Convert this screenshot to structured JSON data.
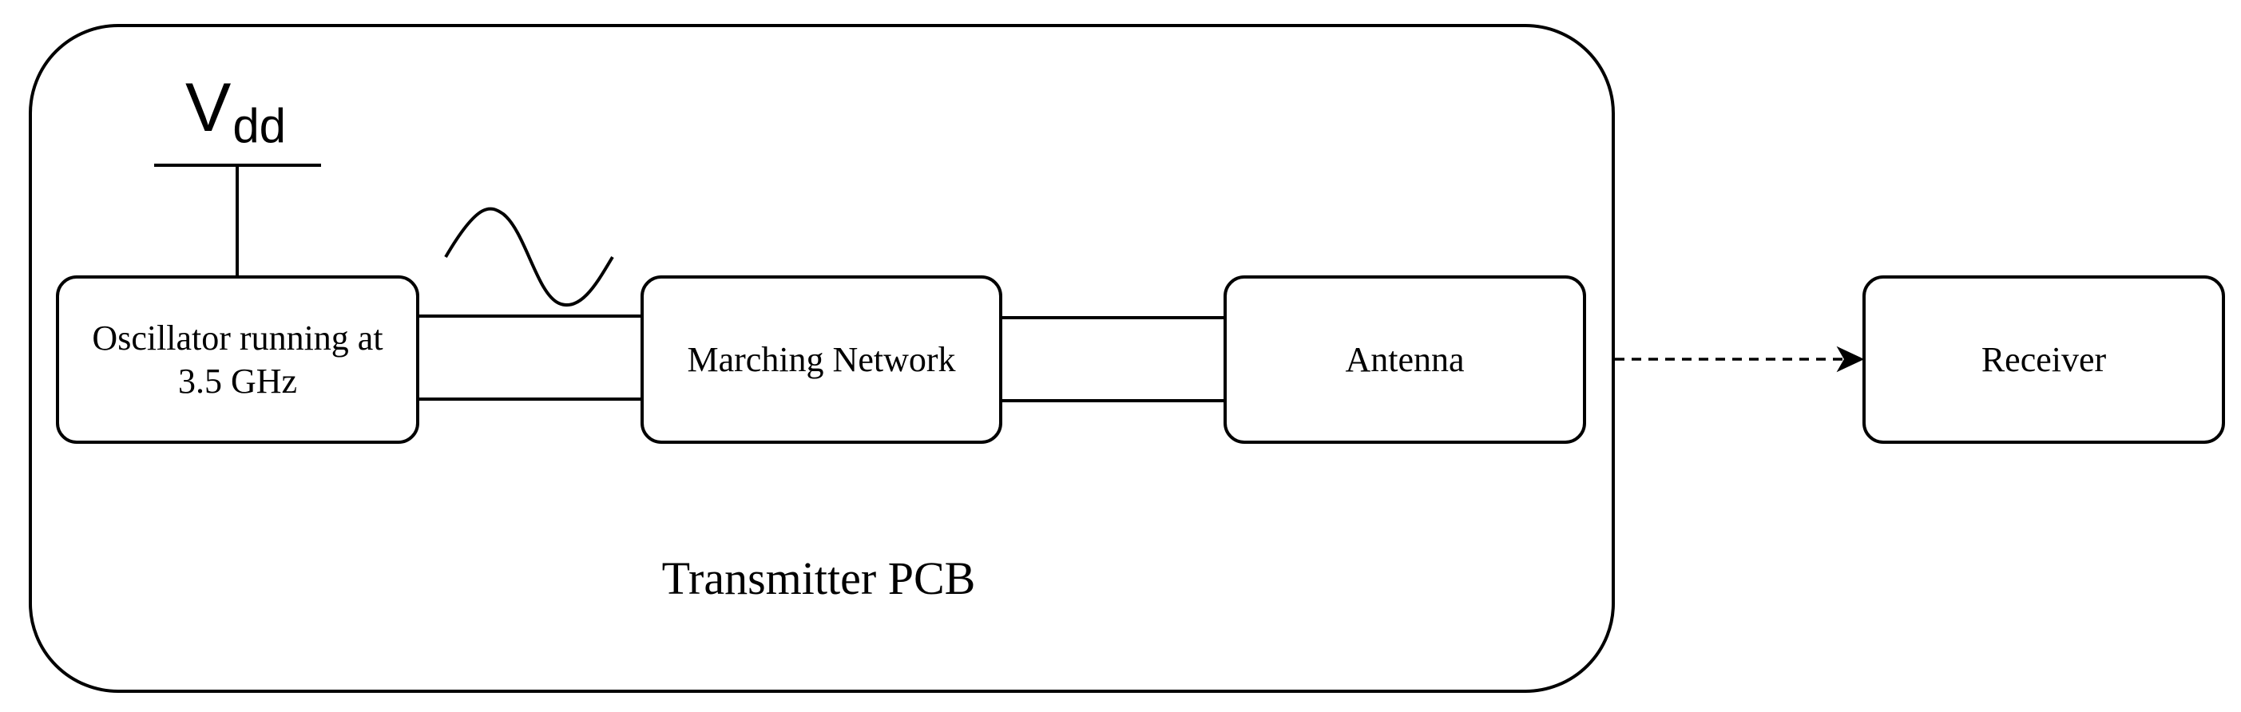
{
  "enclosure": {
    "label": "Transmitter PCB"
  },
  "supply": {
    "symbol": "V",
    "subscript": "dd"
  },
  "blocks": {
    "oscillator": {
      "label_line1": "Oscillator running at",
      "label_line2": "3.5 GHz"
    },
    "matching_network": {
      "label": "Marching Network"
    },
    "antenna": {
      "label": "Antenna"
    },
    "receiver": {
      "label": "Receiver"
    }
  },
  "signal": {
    "waveform": "sine"
  },
  "link": {
    "style": "dashed",
    "arrow": "to-receiver"
  }
}
